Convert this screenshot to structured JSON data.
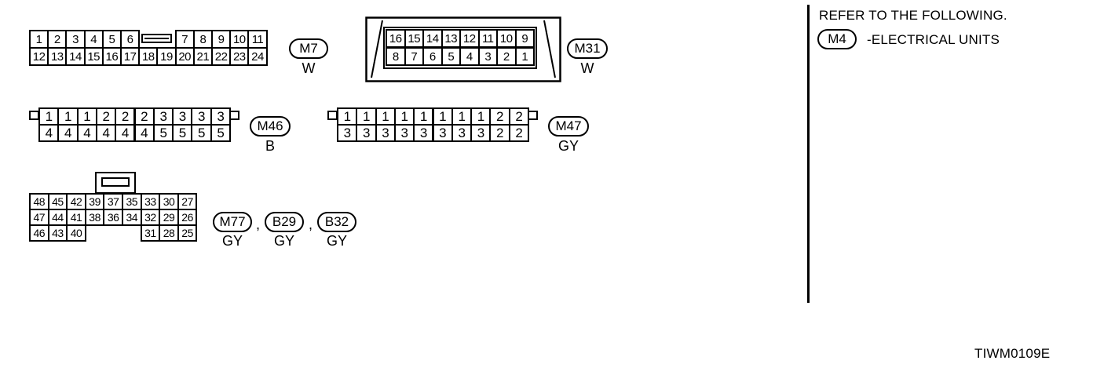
{
  "diagram": {
    "connectors": [
      {
        "id": "M7",
        "color": "W",
        "rows": [
          [
            "1",
            "2",
            "3",
            "4",
            "5",
            "6",
            "",
            "7",
            "8",
            "9",
            "10",
            "11"
          ],
          [
            "12",
            "13",
            "14",
            "15",
            "16",
            "17",
            "18",
            "19",
            "20",
            "21",
            "22",
            "23",
            "24"
          ]
        ]
      },
      {
        "id": "M31",
        "color": "W",
        "rows": [
          [
            "16",
            "15",
            "14",
            "13",
            "12",
            "11",
            "10",
            "9"
          ],
          [
            "8",
            "7",
            "6",
            "5",
            "4",
            "3",
            "2",
            "1"
          ]
        ]
      },
      {
        "id": "M46",
        "color": "B",
        "rows": [
          [
            "1",
            "1",
            "1",
            "2",
            "2",
            "2",
            "3",
            "3",
            "3",
            "3"
          ],
          [
            "4",
            "4",
            "4",
            "4",
            "4",
            "4",
            "5",
            "5",
            "5",
            "5"
          ]
        ]
      },
      {
        "id": "M47",
        "color": "GY",
        "rows": [
          [
            "1",
            "1",
            "1",
            "1",
            "1",
            "1",
            "1",
            "1",
            "2",
            "2"
          ],
          [
            "3",
            "3",
            "3",
            "3",
            "3",
            "3",
            "3",
            "3",
            "2",
            "2"
          ]
        ]
      },
      {
        "id": "M77",
        "color": "GY",
        "rows": [
          [
            "48",
            "45",
            "42",
            "39",
            "37",
            "35",
            "33",
            "30",
            "27"
          ],
          [
            "47",
            "44",
            "41",
            "38",
            "36",
            "34",
            "32",
            "29",
            "26"
          ],
          [
            "46",
            "43",
            "40",
            "",
            "",
            "",
            "31",
            "28",
            "25"
          ]
        ]
      }
    ],
    "extra_tags": [
      {
        "id": "B29",
        "color": "GY"
      },
      {
        "id": "B32",
        "color": "GY"
      }
    ],
    "separators": [
      ",",
      ","
    ],
    "note": {
      "line1": "REFER TO THE FOLLOWING.",
      "tag": "M4",
      "line2": "-ELECTRICAL UNITS"
    },
    "figure_id": "TIWM0109E"
  }
}
